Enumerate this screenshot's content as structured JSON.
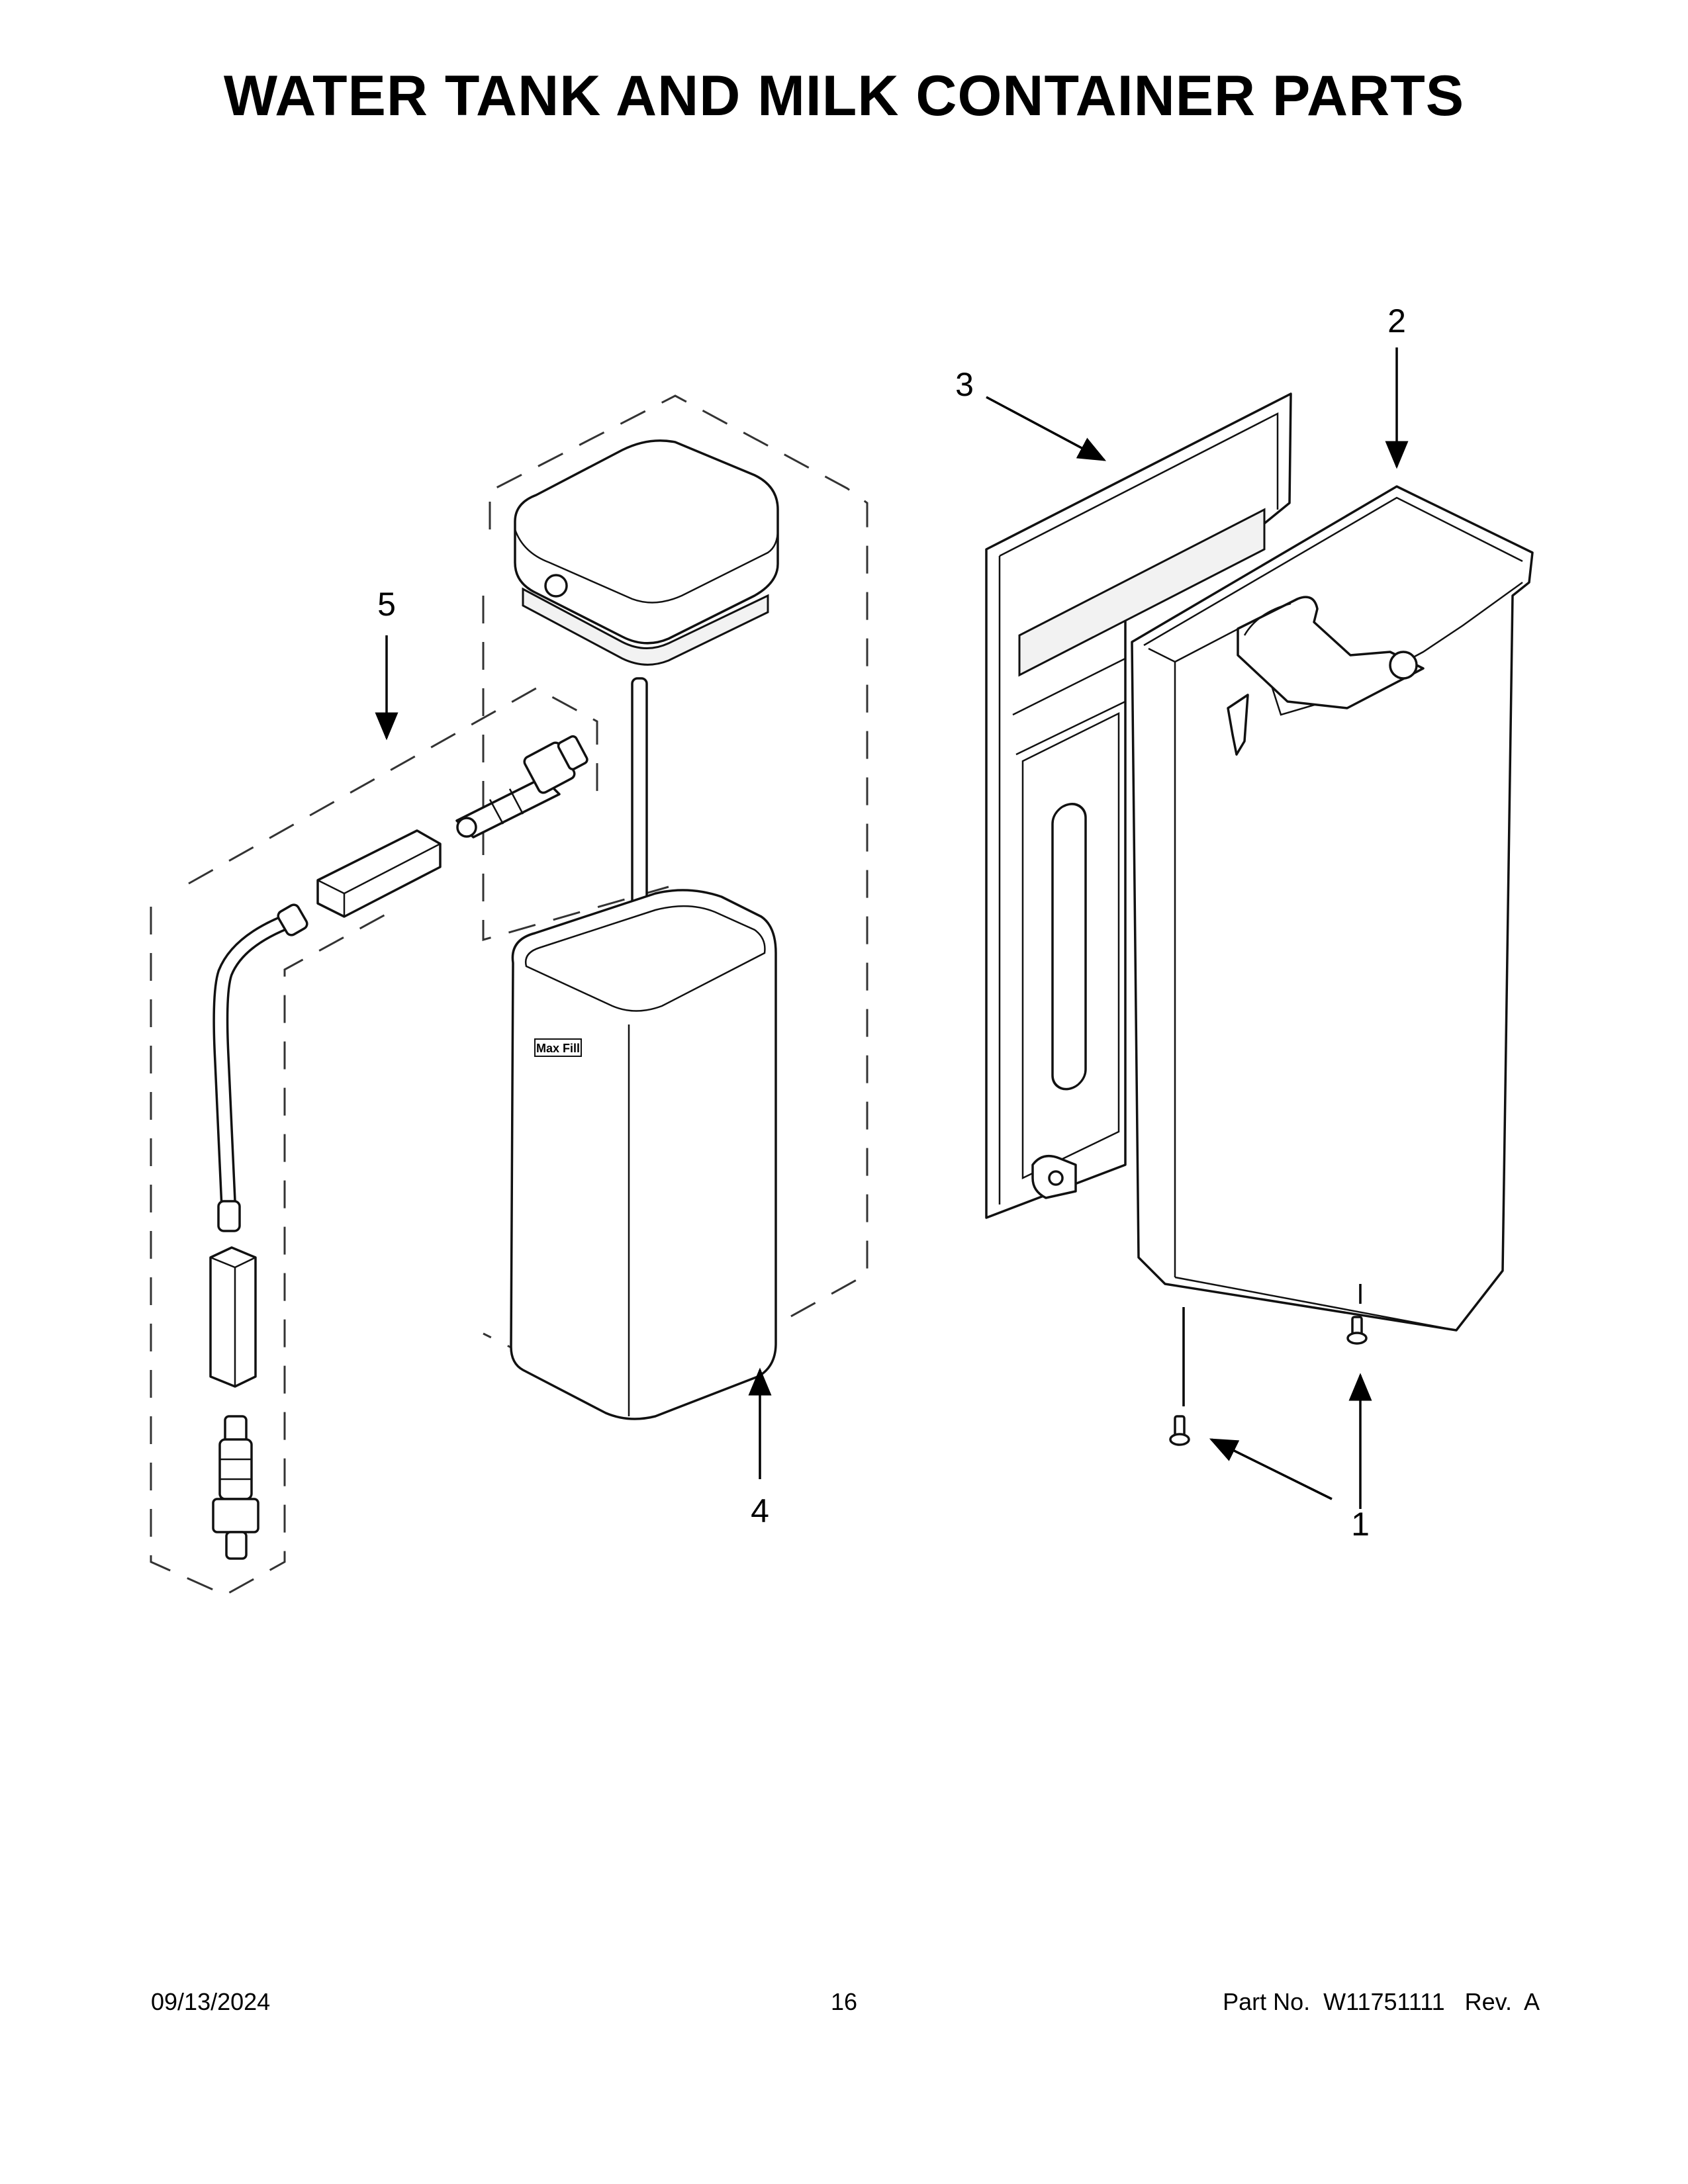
{
  "title": "WATER TANK AND MILK CONTAINER PARTS",
  "callouts": [
    "1",
    "2",
    "3",
    "4",
    "5"
  ],
  "tank_label": "Max Fill",
  "footer": {
    "date": "09/13/2024",
    "page": "16",
    "part_no": "Part No.  W11751111   Rev.  A"
  }
}
